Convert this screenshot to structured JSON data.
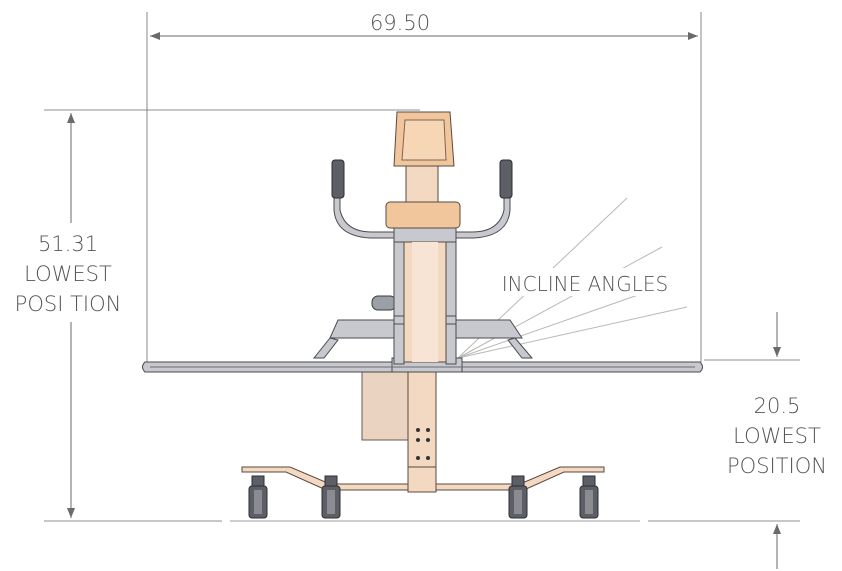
{
  "dimensions": {
    "width": "69.50",
    "height": {
      "value": "51.31",
      "line2": "LOWEST",
      "line3": "POSI TION"
    },
    "seat_height": {
      "value": "20.5",
      "line2": "LOWEST",
      "line3": "POSITION"
    }
  },
  "annotation": {
    "incline": "INCLINE ANGLES"
  }
}
